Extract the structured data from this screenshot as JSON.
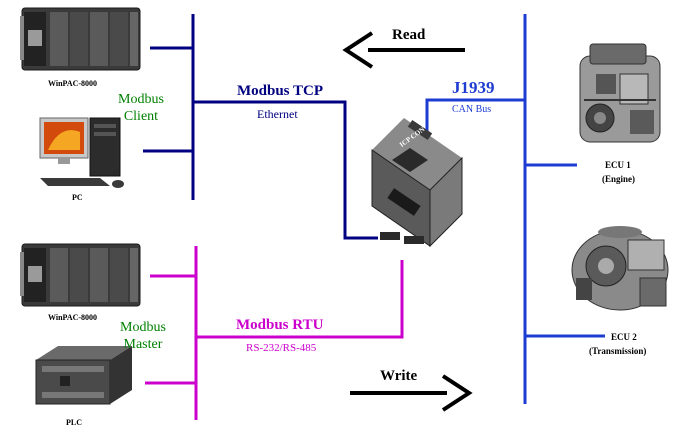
{
  "colors": {
    "modbus_tcp": "#000080",
    "modbus_rtu": "#cc00cc",
    "j1939": "#1e3cd2",
    "client_master_text": "#008000",
    "arrow": "#000000"
  },
  "devices": {
    "winpac_top": "WinPAC-8000",
    "pc": "PC",
    "winpac_bottom": "WinPAC-8000",
    "plc": "PLC",
    "ecu1_line1": "ECU 1",
    "ecu1_line2": "(Engine)",
    "ecu2_line1": "ECU 2",
    "ecu2_line2": "(Transmission)",
    "gateway_brand": "ICP CON"
  },
  "groups": {
    "client_line1": "Modbus",
    "client_line2": "Client",
    "master_line1": "Modbus",
    "master_line2": "Master"
  },
  "buses": {
    "tcp_title": "Modbus TCP",
    "tcp_sub": "Ethernet",
    "j1939_title": "J1939",
    "j1939_sub": "CAN Bus",
    "rtu_title": "Modbus RTU",
    "rtu_sub": "RS-232/RS-485"
  },
  "arrows": {
    "read": "Read",
    "write": "Write"
  }
}
